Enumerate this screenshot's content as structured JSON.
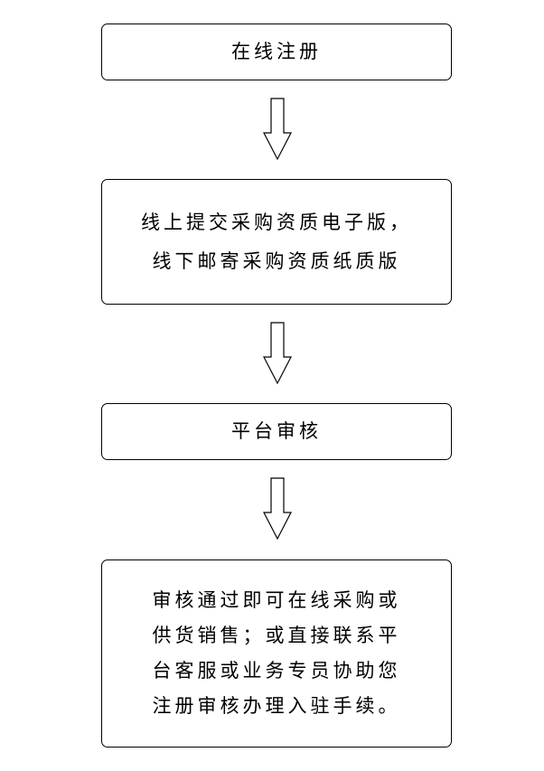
{
  "flowchart": {
    "step1": {
      "lines": [
        "在线注册"
      ]
    },
    "step2": {
      "lines": [
        "线上提交采购资质电子版，",
        "线下邮寄采购资质纸质版"
      ]
    },
    "step3": {
      "lines": [
        "平台审核"
      ]
    },
    "step4": {
      "lines": [
        "审核通过即可在线采购或",
        "供货销售；或直接联系平",
        "台客服或业务专员协助您",
        "注册审核办理入驻手续。"
      ]
    },
    "arrow_icon": "down-hollow-arrow",
    "colors": {
      "stroke": "#000000",
      "background": "#ffffff"
    }
  }
}
